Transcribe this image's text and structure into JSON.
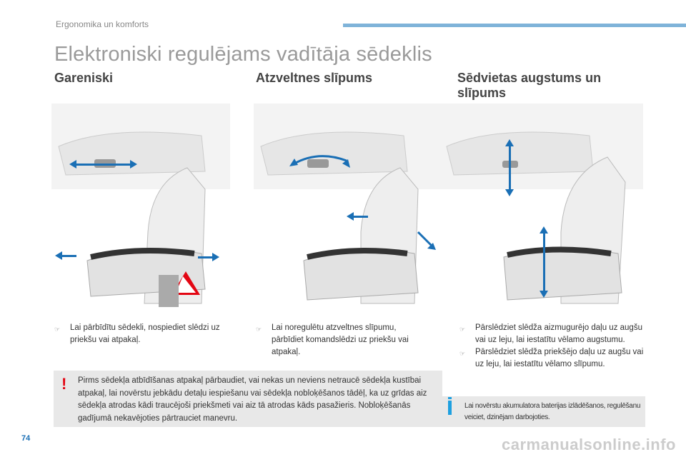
{
  "header": {
    "section": "Ergonomika un komforts",
    "accent_color": "#7fb3d9"
  },
  "title": "Elektroniski regulējams vadītāja sēdeklis",
  "columns": [
    {
      "heading": "Gareniski",
      "bullets": [
        "Lai pārbīdītu sēdekli, nospiediet slēdzi uz priekšu vai atpakaļ."
      ]
    },
    {
      "heading": "Atzveltnes slīpums",
      "bullets": [
        "Lai noregulētu atzveltnes slīpumu, pārbīdiet komandslēdzi uz priekšu vai atpakaļ."
      ]
    },
    {
      "heading": "Sēdvietas augstums un slīpums",
      "bullets": [
        "Pārslēdziet slēdža aizmugurējo daļu uz augšu vai uz leju, lai iestatītu vēlamo augstumu.",
        "Pārslēdziet slēdža priekšējo daļu uz augšu vai uz leju, lai iestatītu vēlamo slīpumu."
      ]
    }
  ],
  "bullet_icon": "pointing-hand-icon",
  "warning": {
    "icon": "exclamation-icon",
    "color": "#e30613",
    "text": "Pirms sēdekļa atbīdīšanas atpakaļ pārbaudiet, vai nekas un neviens netraucē sēdekļa kustībai atpakaļ, lai novērstu jebkādu detaļu iespiešanu vai sēdekļa nobloķēšanos tādēļ, ka uz grīdas aiz sēdekļa atrodas kādi traucējoši priekšmeti vai aiz tā atrodas kāds pasažieris. Nobloķēšanās gadījumā nekavējoties pārtrauciet manevru."
  },
  "info": {
    "icon": "info-icon",
    "color": "#1ea0e0",
    "text": "Lai novērstu akumulatora baterijas izlādēšanos, regulēšanu veiciet, dzinējam darbojoties."
  },
  "page_number": "74",
  "watermark": "carmanualsonline.info"
}
